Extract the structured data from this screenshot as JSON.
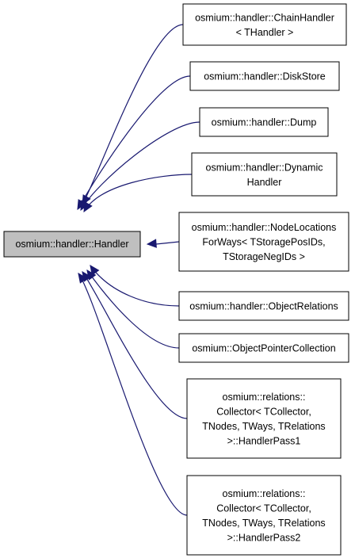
{
  "colors": {
    "edge": "#191970",
    "base_fill": "#bfbfbf",
    "node_fill": "#ffffff",
    "border": "#000000"
  },
  "base": {
    "label": "osmium::handler::Handler"
  },
  "derived": [
    {
      "id": "chain-handler",
      "lines": [
        "osmium::handler::ChainHandler",
        "< THandler >"
      ]
    },
    {
      "id": "disk-store",
      "lines": [
        "osmium::handler::DiskStore"
      ]
    },
    {
      "id": "dump",
      "lines": [
        "osmium::handler::Dump"
      ]
    },
    {
      "id": "dynamic-handler",
      "lines": [
        "osmium::handler::Dynamic",
        "Handler"
      ]
    },
    {
      "id": "node-locations-for-ways",
      "lines": [
        "osmium::handler::NodeLocations",
        "ForWays< TStoragePosIDs,",
        "TStorageNegIDs >"
      ]
    },
    {
      "id": "object-relations",
      "lines": [
        "osmium::handler::ObjectRelations"
      ]
    },
    {
      "id": "object-pointer-collection",
      "lines": [
        "osmium::ObjectPointerCollection"
      ]
    },
    {
      "id": "collector-handler-pass1",
      "lines": [
        "osmium::relations::",
        "Collector< TCollector,",
        "TNodes, TWays, TRelations",
        ">::HandlerPass1"
      ]
    },
    {
      "id": "collector-handler-pass2",
      "lines": [
        "osmium::relations::",
        "Collector< TCollector,",
        "TNodes, TWays, TRelations",
        ">::HandlerPass2"
      ]
    }
  ]
}
